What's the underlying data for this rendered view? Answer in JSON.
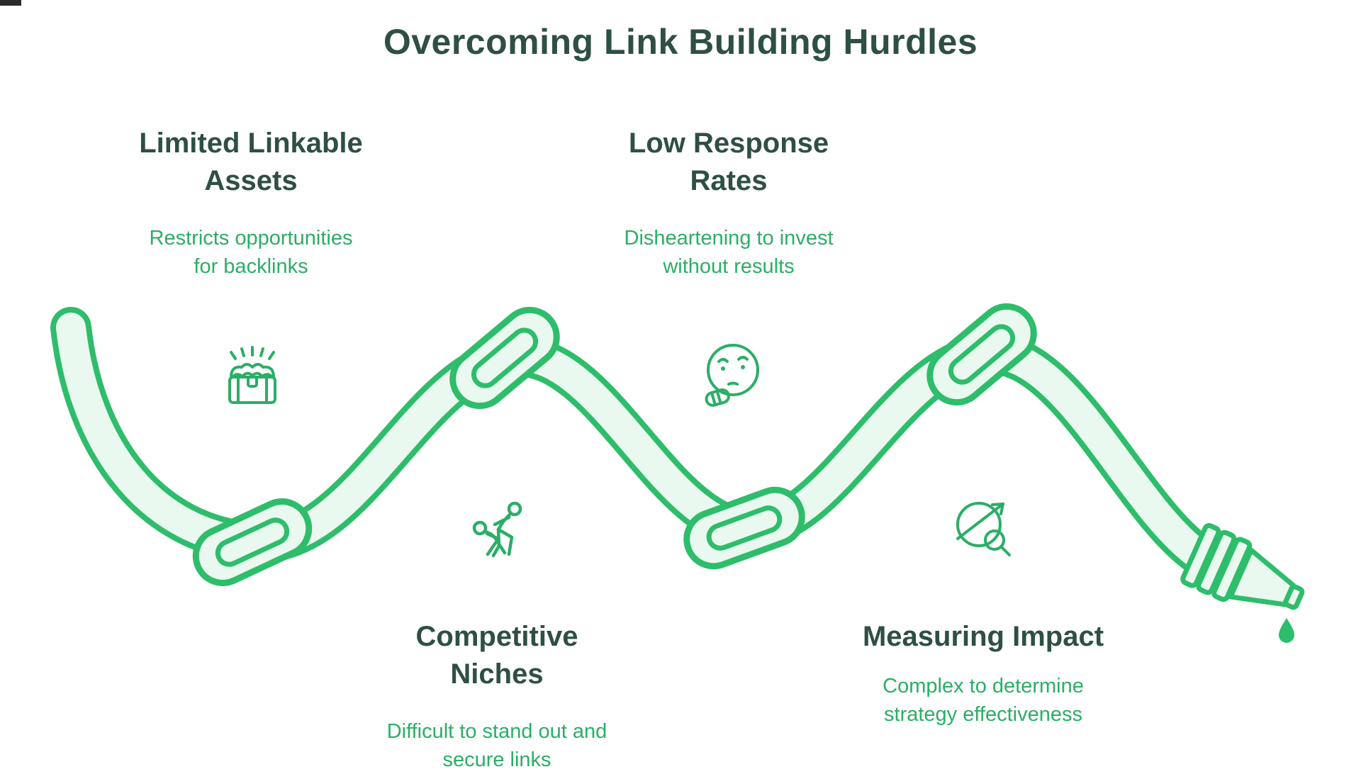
{
  "title": "Overcoming Link Building Hurdles",
  "colors": {
    "heading_text": "#2E4F45",
    "accent_text": "#2BAE66",
    "rope_stroke": "#2EBD6B",
    "rope_fill": "#E9F9EF",
    "background": "#FFFFFF"
  },
  "items": [
    {
      "heading": "Limited Linkable\nAssets",
      "description": "Restricts opportunities\nfor backlinks",
      "icon": "treasure-chest-icon"
    },
    {
      "heading": "Low Response\nRates",
      "description": "Disheartening to invest\nwithout results",
      "icon": "thinking-face-icon"
    },
    {
      "heading": "Competitive\nNiches",
      "description": "Difficult to stand out and\nsecure links",
      "icon": "wrestlers-icon"
    },
    {
      "heading": "Measuring Impact",
      "description": "Complex to determine\nstrategy effectiveness",
      "icon": "chart-magnifier-icon"
    }
  ],
  "diagram": {
    "shape": "knotted-rope",
    "knot_count": 4,
    "end_piece": "hose-nozzle-with-drip"
  }
}
